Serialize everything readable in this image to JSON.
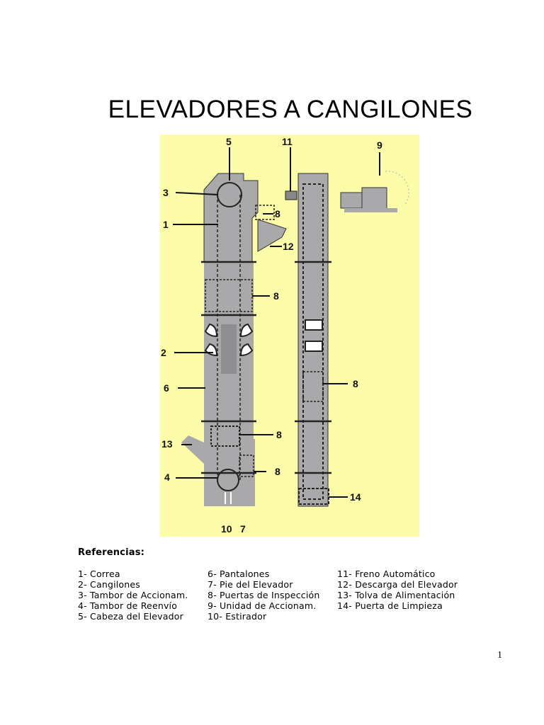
{
  "title": "ELEVADORES A CANGILONES",
  "colors": {
    "figure_background": "#fdfca8",
    "machine_body": "#a9a9ab",
    "outline": "#222222"
  },
  "figure": {
    "callouts": [
      "5",
      "11",
      "9",
      "3",
      "8",
      "1",
      "12",
      "8",
      "2",
      "6",
      "8",
      "8",
      "13",
      "4",
      "8",
      "10",
      "7",
      "14"
    ]
  },
  "references": {
    "heading": "Referencias:",
    "columns": [
      [
        "1- Correa",
        "2- Cangilones",
        "3- Tambor de Accionam.",
        "4- Tambor de Reenvío",
        "5- Cabeza del Elevador"
      ],
      [
        "6- Pantalones",
        "7- Pie del Elevador",
        "8- Puertas de Inspección",
        "9- Unidad de Accionam.",
        "10- Estirador"
      ],
      [
        "11- Freno Automático",
        "12- Descarga del Elevador",
        "13- Tolva de Alimentación",
        "14- Puerta de Limpieza"
      ]
    ]
  },
  "page_number": "1"
}
